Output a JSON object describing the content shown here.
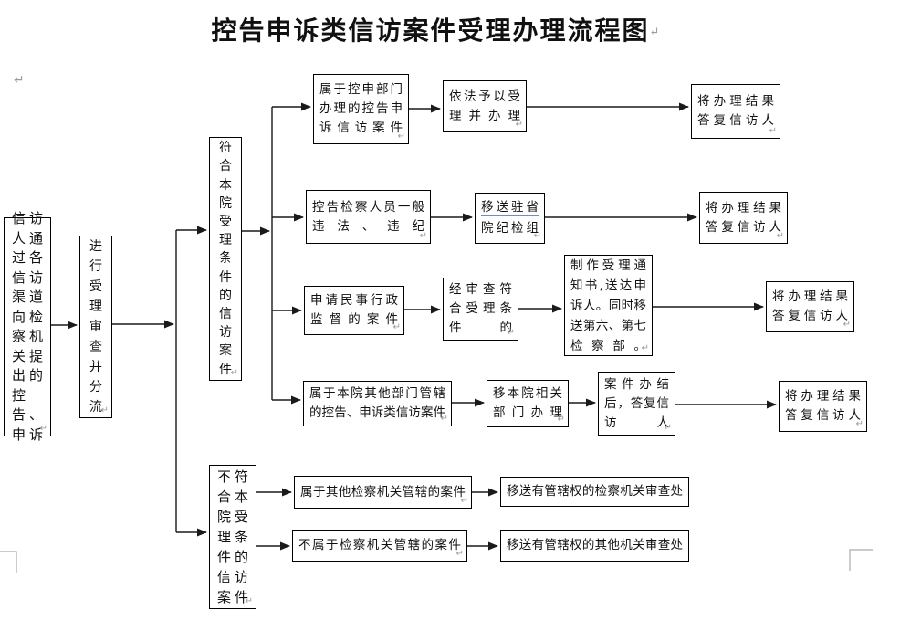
{
  "title": {
    "text": "控告申诉类信访案件受理办理流程图"
  },
  "marks": {
    "return": "↵"
  },
  "colors": {
    "line": "#1a1a1a",
    "box_border": "#000000",
    "underline": "#6f8fba",
    "mark_gray": "#9a9a9a"
  },
  "nodes": {
    "source": {
      "text": "信访\n人通\n过各\n信访\n渠道\n向检\n察机\n关提\n出的\n控告、\n申诉"
    },
    "review": {
      "text": "进\n行\n受\n理\n审\n查\n并\n分\n流"
    },
    "meets": {
      "text": "符\n合\n本\n院\n受\n理\n条\n件\n的\n信\n访\n案\n件"
    },
    "not_meets": {
      "text": "不符\n合本\n院受\n理条\n件的\n信访\n案件"
    },
    "r1_case": {
      "text": "属于控申部门\n办理的控告申\n诉信访案件"
    },
    "r1_handle": {
      "text": "依法予以受\n理并办理"
    },
    "r1_reply": {
      "text": "将办理结果\n答复信访人"
    },
    "r2_case": {
      "text": "控告检察人员一般\n违法、违纪"
    },
    "r2_transfer": {
      "line1": "移送驻省",
      "line2": "院纪检组"
    },
    "r2_reply": {
      "text": "将办理结果\n答复信访人"
    },
    "r3_case": {
      "text": "申请民事行政\n监督的案件"
    },
    "r3_check": {
      "text": "经审查符\n合受理条\n件的"
    },
    "r3_notice": {
      "text": "制作受理通\n知书,送达申\n诉人。同时移\n送第六、第七\n检察部。"
    },
    "r3_reply": {
      "text": "将办理结果\n答复信访人"
    },
    "r4_case": {
      "text": "属于本院其他部门管辖\n的控告、申诉类信访案件"
    },
    "r4_transfer": {
      "text": "移本院相关\n部门办理"
    },
    "r4_done": {
      "text": "案件办结\n后，答复信\n访人"
    },
    "r4_reply": {
      "text": "将办理结果\n答复信访人"
    },
    "r5_case": {
      "text": "属于其他检察机关管辖的案件"
    },
    "r5_transfer": {
      "text": "移送有管辖权的检察机关审查处"
    },
    "r6_case": {
      "text": "不属于检察机关管辖的案件"
    },
    "r6_transfer": {
      "text": "移送有管辖权的其他机关审查处"
    }
  }
}
